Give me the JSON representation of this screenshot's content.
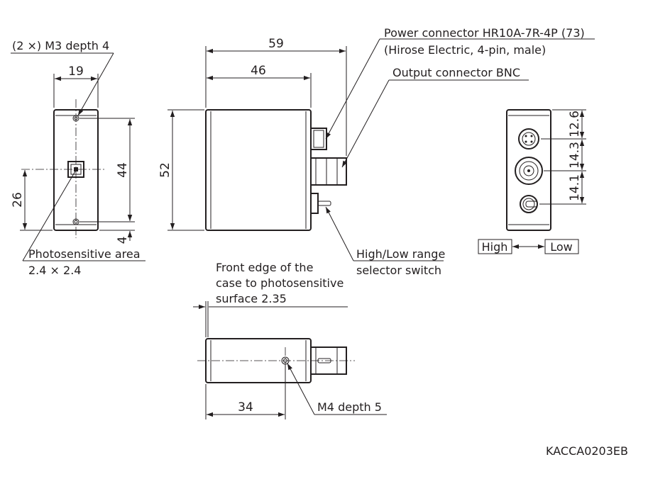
{
  "labels": {
    "m3": "(2 ×) M3 depth 4",
    "power_line1": "Power connector HR10A-7R-4P (73)",
    "power_line2": "(Hirose Electric, 4-pin, male)",
    "output": "Output connector BNC",
    "photo_area": "Photosensitive area",
    "photo_size": "2.4 × 2.4",
    "switch_line1": "High/Low range",
    "switch_line2": "selector switch",
    "front_line1": "Front edge of the",
    "front_line2": "case to photosensitive",
    "front_line3": "surface 2.35",
    "m4": "M4 depth 5",
    "high": "High",
    "low": "Low",
    "code": "KACCA0203EB"
  },
  "dims": {
    "w19": "19",
    "h44": "44",
    "h26": "26",
    "h4": "4",
    "w59": "59",
    "w46": "46",
    "h52": "52",
    "d126": "12.6",
    "d143": "14.3",
    "d141": "14.1",
    "w34": "34"
  }
}
